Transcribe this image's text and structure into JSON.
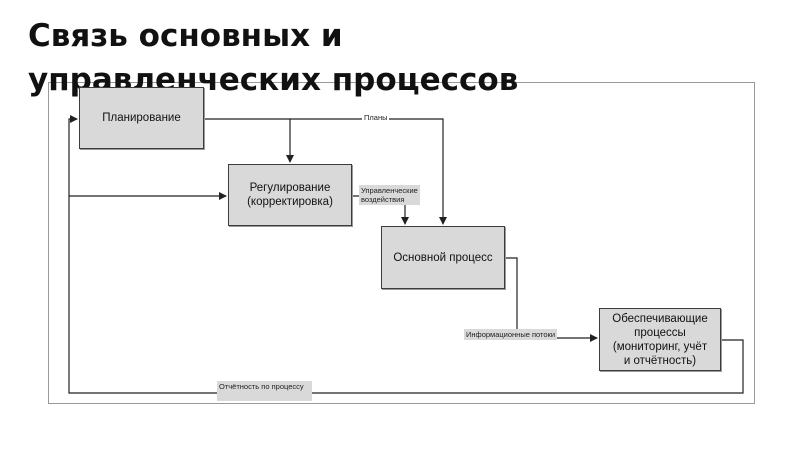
{
  "title": "Связь основных и\nуправленческих процессов",
  "diagram": {
    "boxes": {
      "planning": "Планирование",
      "regulation": "Регулирование\n(корректировка)",
      "main_process": "Основной процесс",
      "support": "Обеспечивающие\nпроцессы\n(мониторинг, учёт\nи отчётность)"
    },
    "labels": {
      "plans": "Планы",
      "management_actions": "Управленческие\nвоздействия",
      "info_flows": "Информационные потоки",
      "process_reporting": "Отчётность по процессу"
    }
  }
}
